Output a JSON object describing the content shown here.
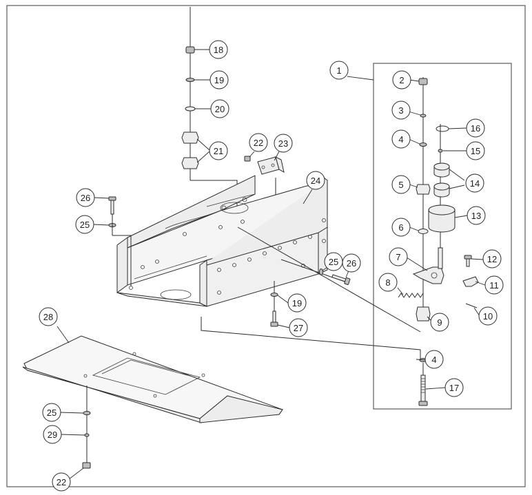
{
  "callouts": [
    {
      "id": "c1",
      "label": "1"
    },
    {
      "id": "c2",
      "label": "2"
    },
    {
      "id": "c3",
      "label": "3"
    },
    {
      "id": "c4a",
      "label": "4"
    },
    {
      "id": "c5",
      "label": "5"
    },
    {
      "id": "c6",
      "label": "6"
    },
    {
      "id": "c7",
      "label": "7"
    },
    {
      "id": "c8",
      "label": "8"
    },
    {
      "id": "c9",
      "label": "9"
    },
    {
      "id": "c10",
      "label": "10"
    },
    {
      "id": "c11",
      "label": "11"
    },
    {
      "id": "c12",
      "label": "12"
    },
    {
      "id": "c13",
      "label": "13"
    },
    {
      "id": "c14",
      "label": "14"
    },
    {
      "id": "c15",
      "label": "15"
    },
    {
      "id": "c16",
      "label": "16"
    },
    {
      "id": "c17",
      "label": "17"
    },
    {
      "id": "c4b",
      "label": "4"
    },
    {
      "id": "c18",
      "label": "18"
    },
    {
      "id": "c19a",
      "label": "19"
    },
    {
      "id": "c20",
      "label": "20"
    },
    {
      "id": "c21",
      "label": "21"
    },
    {
      "id": "c22a",
      "label": "22"
    },
    {
      "id": "c23",
      "label": "23"
    },
    {
      "id": "c24",
      "label": "24"
    },
    {
      "id": "c25a",
      "label": "25"
    },
    {
      "id": "c26a",
      "label": "26"
    },
    {
      "id": "c25b",
      "label": "25"
    },
    {
      "id": "c26b",
      "label": "26"
    },
    {
      "id": "c19b",
      "label": "19"
    },
    {
      "id": "c27",
      "label": "27"
    },
    {
      "id": "c28",
      "label": "28"
    },
    {
      "id": "c25c",
      "label": "25"
    },
    {
      "id": "c29",
      "label": "29"
    },
    {
      "id": "c22b",
      "label": "22"
    }
  ]
}
